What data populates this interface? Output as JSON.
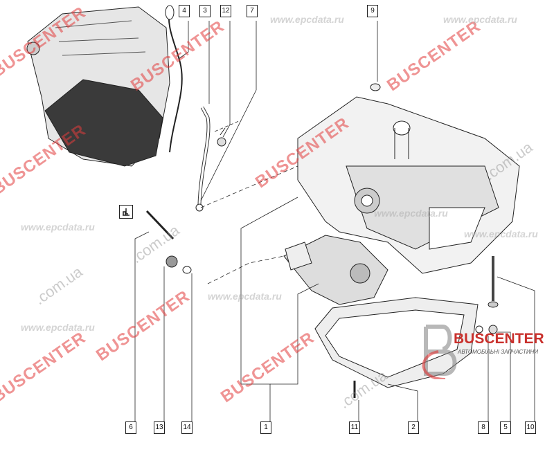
{
  "diagram": {
    "title": "Oil sump / lower crankcase assembly",
    "callouts_top": [
      "4",
      "3",
      "12",
      "7",
      "9"
    ],
    "callouts_bottom": [
      "6",
      "13",
      "14",
      "1",
      "11",
      "2",
      "8",
      "5",
      "10"
    ]
  },
  "watermarks": {
    "brand": "BUSCENTER",
    "domain_suffix": ".com.ua",
    "epc": "www.epcdata.ru"
  },
  "logo": {
    "name": "BUSCENTER",
    "subtitle": "АВТОМОБІЛЬНІ ЗАПЧАСТИНИ",
    "accent": "#c9302c"
  }
}
